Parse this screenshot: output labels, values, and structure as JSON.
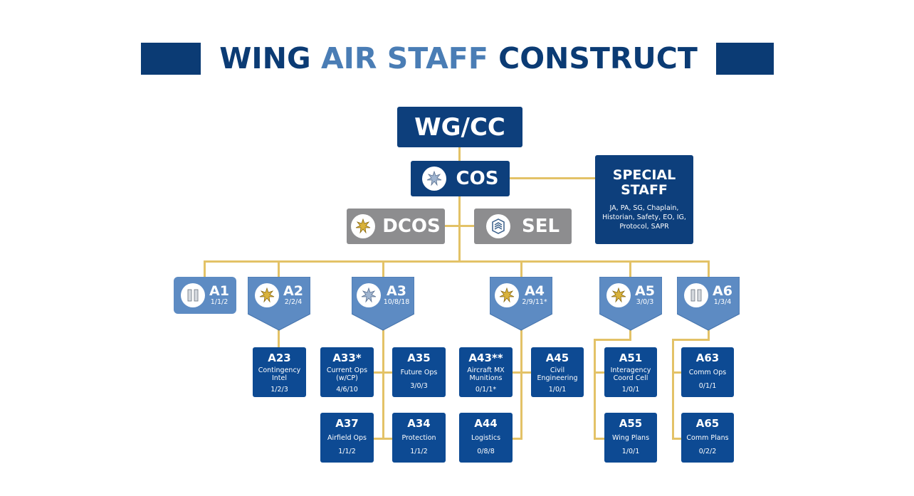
{
  "title": {
    "part1": "WING",
    "part2": "AIR STAFF",
    "part3": "CONSTRUCT"
  },
  "wgcc": "WG/CC",
  "cos": {
    "label": "COS",
    "icon": "silver-oak-leaf-icon"
  },
  "dcos": {
    "label": "DCOS",
    "icon": "gold-oak-leaf-icon"
  },
  "sel": {
    "label": "SEL",
    "icon": "chief-chevron-icon"
  },
  "special_staff": {
    "title_line1": "SPECIAL",
    "title_line2": "STAFF",
    "line1": "JA, PA, SG, Chaplain,",
    "line2": "Historian, Safety, EO, IG,",
    "line3": "Protocol, SAPR"
  },
  "directorates": [
    {
      "code": "A1",
      "nums": "1/1/2",
      "icon": "captain-bars-icon"
    },
    {
      "code": "A2",
      "nums": "2/2/4",
      "icon": "gold-oak-leaf-icon"
    },
    {
      "code": "A3",
      "nums": "10/8/18",
      "icon": "silver-oak-leaf-icon"
    },
    {
      "code": "A4",
      "nums": "2/9/11*",
      "icon": "gold-oak-leaf-icon"
    },
    {
      "code": "A5",
      "nums": "3/0/3",
      "icon": "gold-oak-leaf-icon"
    },
    {
      "code": "A6",
      "nums": "1/3/4",
      "icon": "captain-bars-icon"
    }
  ],
  "divisions": {
    "a23": {
      "code": "A23",
      "name1": "Contingency",
      "name2": "Intel",
      "nums": "1/2/3"
    },
    "a33": {
      "code": "A33*",
      "name1": "Current Ops",
      "name2": "(w/CP)",
      "nums": "4/6/10"
    },
    "a35": {
      "code": "A35",
      "name1": "Future Ops",
      "name2": "",
      "nums": "3/0/3"
    },
    "a37": {
      "code": "A37",
      "name1": "Airfield Ops",
      "name2": "",
      "nums": "1/1/2"
    },
    "a34": {
      "code": "A34",
      "name1": "Protection",
      "name2": "",
      "nums": "1/1/2"
    },
    "a43": {
      "code": "A43**",
      "name1": "Aircraft MX",
      "name2": "Munitions",
      "nums": "0/1/1*"
    },
    "a45": {
      "code": "A45",
      "name1": "Civil",
      "name2": "Engineering",
      "nums": "1/0/1"
    },
    "a44": {
      "code": "A44",
      "name1": "Logistics",
      "name2": "",
      "nums": "0/8/8"
    },
    "a51": {
      "code": "A51",
      "name1": "Interagency",
      "name2": "Coord Cell",
      "nums": "1/0/1"
    },
    "a55": {
      "code": "A55",
      "name1": "Wing Plans",
      "name2": "",
      "nums": "1/0/1"
    },
    "a63": {
      "code": "A63",
      "name1": "Comm Ops",
      "name2": "",
      "nums": "0/1/1"
    },
    "a65": {
      "code": "A65",
      "name1": "Comm Plans",
      "name2": "",
      "nums": "0/2/2"
    }
  },
  "colors": {
    "navy": "#0b3b74",
    "light_blue": "#5d8bc3",
    "gold_line": "#e3c267",
    "grey": "#8d8d8f"
  }
}
